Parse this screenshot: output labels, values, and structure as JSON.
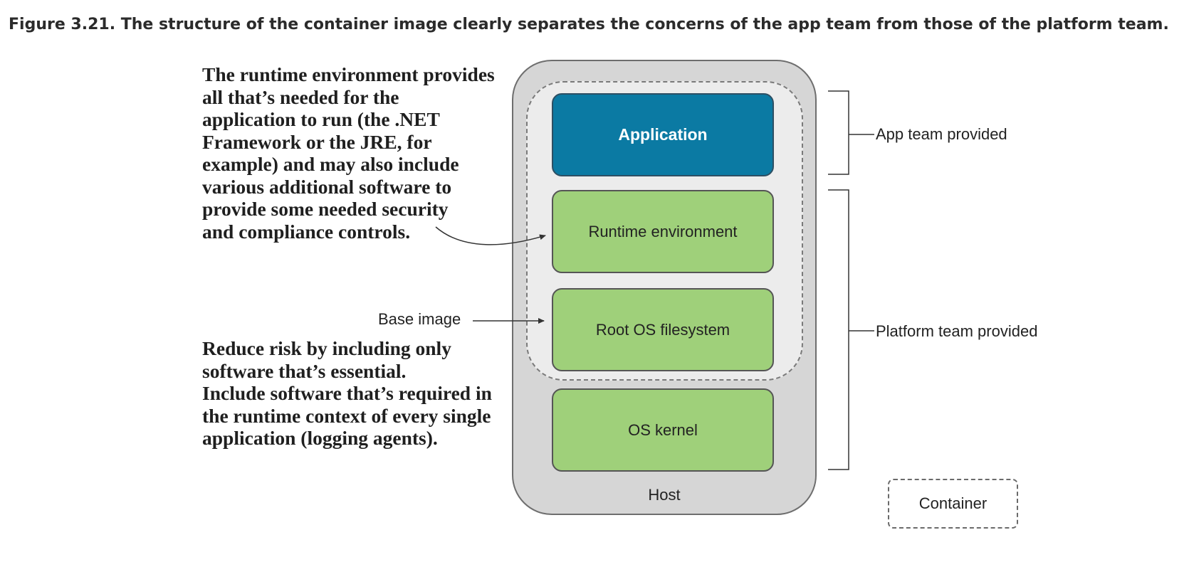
{
  "caption": "Figure 3.21. The structure of the container image clearly separates the concerns of the app team from those of the platform team.",
  "annotations": {
    "runtime_note": [
      "The runtime environment provides",
      "all that’s needed for the",
      "application to run (the .NET",
      "Framework or the JRE, for",
      "example) and may also include",
      "various additional software to",
      "provide some needed security",
      "and compliance controls."
    ],
    "base_image_note": [
      "Reduce risk by including only",
      "software that’s essential.",
      "Include software that’s required in",
      "the runtime context of every single",
      "application (logging agents)."
    ]
  },
  "labels": {
    "base_image": "Base image",
    "app_team": "App team provided",
    "platform_team": "Platform team provided",
    "host": "Host",
    "legend_container": "Container"
  },
  "layers": {
    "application": "Application",
    "runtime_environment": "Runtime environment",
    "root_os_filesystem": "Root OS filesystem",
    "os_kernel": "OS kernel"
  },
  "colors": {
    "application": "#0b7aa3",
    "platform_layers": "#9fd07a",
    "host": "#d6d6d6",
    "container": "#ececec"
  }
}
